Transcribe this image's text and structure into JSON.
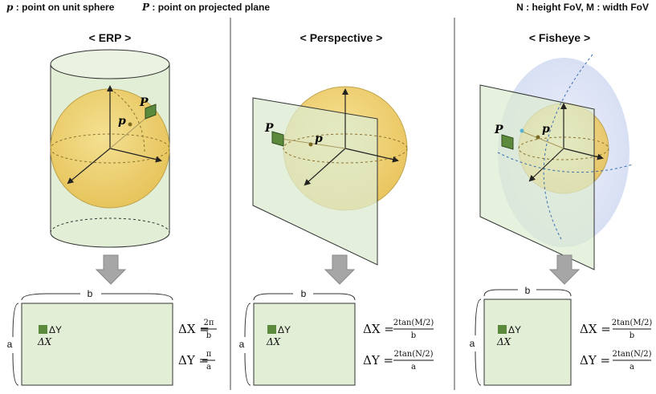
{
  "legend": {
    "p_symbol": "p",
    "p_text": ": point on unit sphere",
    "P_symbol": "P",
    "P_text": ": point on projected plane",
    "fov_text": "N : height FoV, M : width FoV"
  },
  "panels": [
    {
      "title": "< ERP >",
      "point_label_P": "P",
      "point_label_p": "p",
      "width_label": "b",
      "height_label": "a",
      "dY_label": "ΔY",
      "dX_label": "ΔX",
      "eq_dx_lhs": "ΔX =",
      "eq_dx_num": "2π",
      "eq_dx_den": "b",
      "eq_dy_lhs": "ΔY =",
      "eq_dy_num": "π",
      "eq_dy_den": "a"
    },
    {
      "title": "< Perspective >",
      "point_label_P": "P",
      "point_label_p": "p",
      "width_label": "b",
      "height_label": "a",
      "dY_label": "ΔY",
      "dX_label": "ΔX",
      "eq_dx_lhs": "ΔX =",
      "eq_dx_num": "2tan(M/2)",
      "eq_dx_den": "b",
      "eq_dy_lhs": "ΔY =",
      "eq_dy_num": "2tan(N/2)",
      "eq_dy_den": "a"
    },
    {
      "title": "< Fisheye >",
      "point_label_P": "P",
      "point_label_p": "p",
      "width_label": "b",
      "height_label": "a",
      "dY_label": "ΔY",
      "dX_label": "ΔX",
      "eq_dx_lhs": "ΔX =",
      "eq_dx_num": "2tan(M/2)",
      "eq_dx_den": "b",
      "eq_dy_lhs": "ΔY =",
      "eq_dy_num": "2tan(N/2)",
      "eq_dy_den": "a"
    }
  ],
  "colors": {
    "sphere": "#f2d26b",
    "cylinder": "#e3eed6",
    "plane": "#dcebd0",
    "pixel": "#5b8a3c",
    "outline": "#333333",
    "arrow": "#a6a6a6",
    "fisheye_shell": "#dfe6f7",
    "fisheye_curve": "#3b6fb0"
  }
}
